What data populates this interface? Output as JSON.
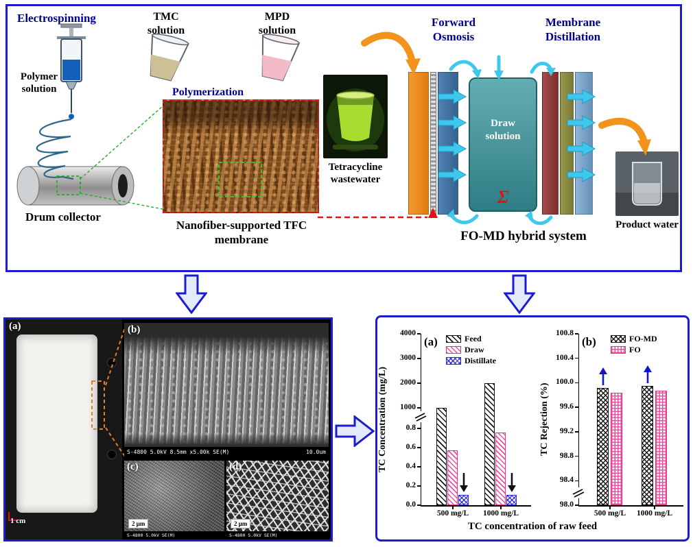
{
  "top_panel": {
    "electrospinning_label": "Electrospinning",
    "polymer_solution_label": "Polymer solution",
    "tmc_label": "TMC solution",
    "mpd_label": "MPD solution",
    "polymerization_label": "Polymerization",
    "drum_collector_label": "Drum collector",
    "nanofiber_label": "Nanofiber-supported TFC membrane",
    "forward_osmosis_label": "Forward Osmosis",
    "membrane_distillation_label": "Membrane Distillation",
    "tetracycline_label": "Tetracycline wastewater",
    "draw_solution_label": "Draw solution",
    "sigma": "Σ",
    "fomd_system_label": "FO-MD hybrid system",
    "product_water_label": "Product water"
  },
  "membrane_panel": {
    "label_a": "(a)",
    "label_b": "(b)",
    "label_c": "(c)",
    "label_d": "(d)",
    "scale_a": "1 cm",
    "sem_b_caption": "S-4800 5.0kV 8.5mm x5.00k SE(M)",
    "sem_b_scale": "10.0um",
    "sem_cd_caption": "S-4800 5.0kV SE(M)",
    "scale_c": "2 μm",
    "scale_d": "2 μm"
  },
  "charts_xlabel": "TC concentration of raw feed",
  "chart_data": [
    {
      "type": "bar",
      "panel_label": "(a)",
      "ylabel": "TC Concentration (mg/L)",
      "categories": [
        "500 mg/L",
        "1000 mg/L"
      ],
      "series": [
        {
          "name": "Feed",
          "values": [
            1000,
            2000
          ]
        },
        {
          "name": "Draw",
          "values": [
            0.57,
            0.76
          ]
        },
        {
          "name": "Distillate",
          "values": [
            0.11,
            0.11
          ]
        }
      ],
      "broken_axis": true,
      "upper_axis": {
        "range": [
          800,
          4000
        ],
        "ticks": [
          "1000",
          "2000",
          "3000",
          "4000"
        ]
      },
      "lower_axis": {
        "range": [
          0,
          0.88
        ],
        "ticks": [
          "0.0",
          "0.2",
          "0.4",
          "0.6",
          "0.8"
        ]
      },
      "annotation": "black down arrows mark Distillate bars",
      "legend_position": "top-left inside"
    },
    {
      "type": "bar",
      "panel_label": "(b)",
      "ylabel": "TC Rejection (%)",
      "categories": [
        "500 mg/L",
        "1000 mg/L"
      ],
      "series": [
        {
          "name": "FO-MD",
          "values": [
            99.92,
            99.95
          ]
        },
        {
          "name": "FO",
          "values": [
            99.84,
            99.87
          ]
        }
      ],
      "ylim": [
        98.0,
        100.8
      ],
      "yticks": [
        "98.0",
        "98.4",
        "98.8",
        "99.2",
        "99.6",
        "100.0",
        "100.4",
        "100.8"
      ],
      "broken_axis": true,
      "annotation": "blue up arrows mark FO-MD bars",
      "legend_position": "top-right inside"
    }
  ]
}
